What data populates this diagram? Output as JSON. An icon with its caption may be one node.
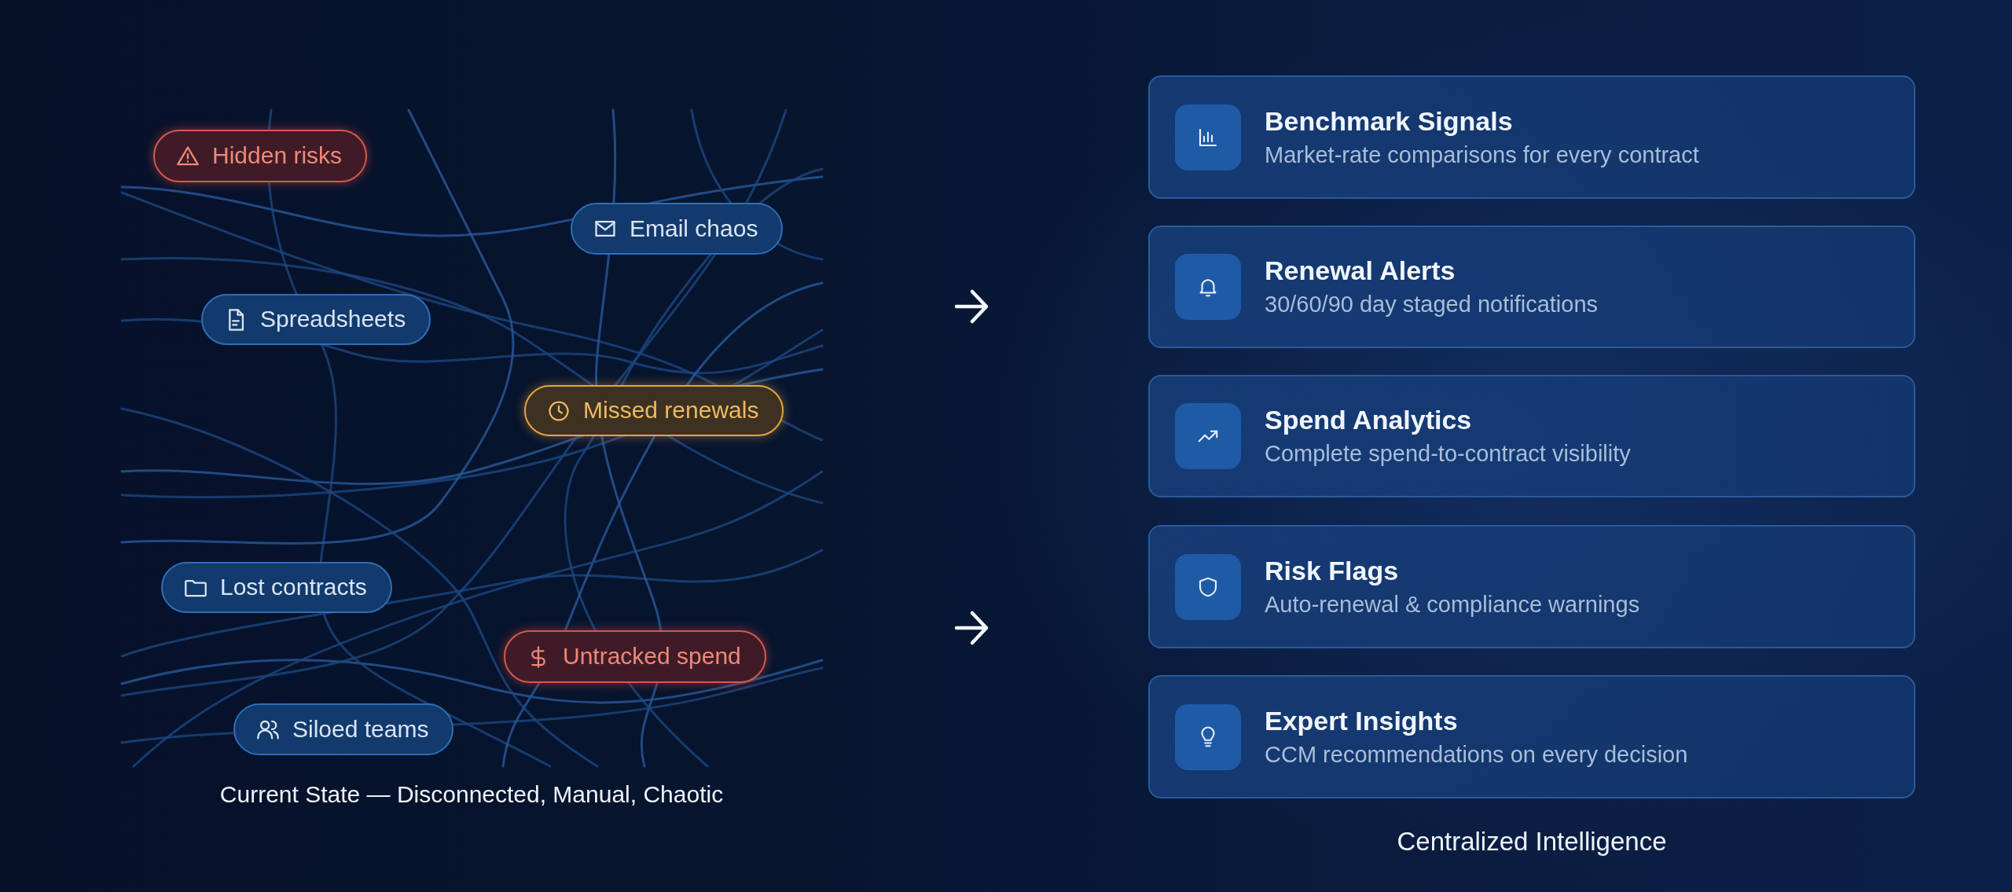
{
  "diagram": {
    "nodes": [
      {
        "text": [
          "Hidden risks"
        ]
      },
      {
        "text": [
          "Email chaos"
        ]
      },
      {
        "text": [
          "Spreadsheets"
        ]
      },
      {
        "text": [
          "Missed renewals"
        ]
      },
      {
        "text": [
          "Lost contracts"
        ]
      },
      {
        "text": [
          "Untracked spend"
        ]
      },
      {
        "text": [
          "Siloed teams"
        ]
      },
      {
        "text": [
          "Benchmark Signals",
          "Market-rate comparisons for every contract"
        ]
      },
      {
        "text": [
          "Renewal Alerts",
          "30/60/90 day staged notifications"
        ]
      },
      {
        "text": [
          "Spend Analytics",
          "Complete spend-to-contract visibility"
        ]
      },
      {
        "text": [
          "Risk Flags",
          "Auto-renewal & compliance warnings"
        ]
      },
      {
        "text": [
          "Expert Insights",
          "CCM recommendations on every decision"
        ]
      }
    ],
    "labels": [
      "Current State — Disconnected, Manual, Chaotic",
      "Centralized Intelligence"
    ]
  }
}
